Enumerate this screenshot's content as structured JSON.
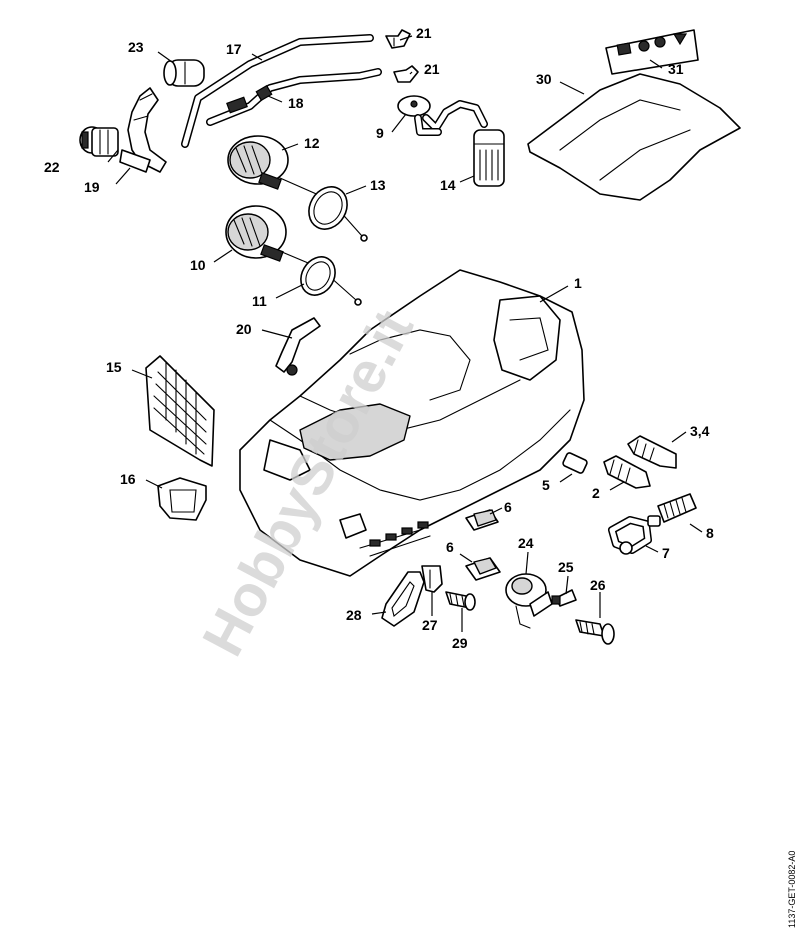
{
  "labels": {
    "p1": "1",
    "p2": "2",
    "p34": "3,4",
    "p5": "5",
    "p6a": "6",
    "p6b": "6",
    "p7": "7",
    "p8": "8",
    "p9": "9",
    "p10": "10",
    "p11": "11",
    "p12": "12",
    "p13": "13",
    "p14": "14",
    "p15": "15",
    "p16": "16",
    "p17": "17",
    "p18": "18",
    "p19": "19",
    "p20": "20",
    "p21a": "21",
    "p21b": "21",
    "p22": "22",
    "p23": "23",
    "p24": "24",
    "p25": "25",
    "p26": "26",
    "p27": "27",
    "p28": "28",
    "p29": "29",
    "p30": "30",
    "p31": "31"
  },
  "watermark": "HobbyStore.it",
  "reference_code": "1137-GET-0082-A0"
}
